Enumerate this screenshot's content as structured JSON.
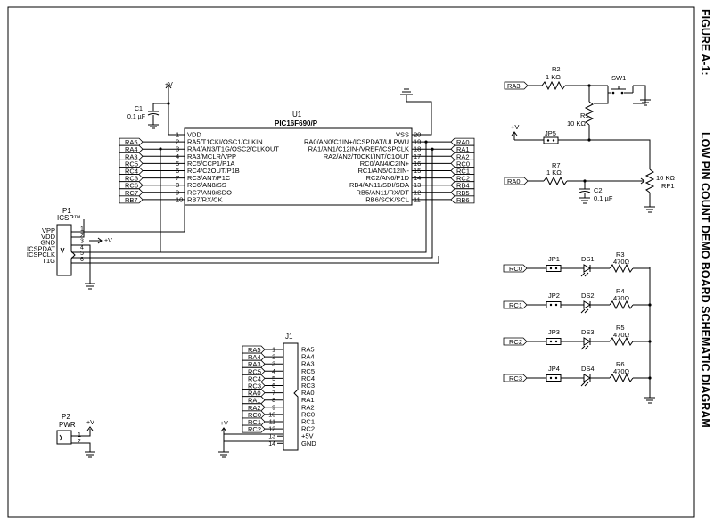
{
  "figure": {
    "label": "FIGURE A-1:",
    "title": "LOW PIN COUNT DEMO BOARD SCHEMATIC DIAGRAM"
  },
  "u1": {
    "ref": "U1",
    "part": "PIC16F690/P",
    "left_pins": [
      {
        "num": "1",
        "name": "VDD"
      },
      {
        "num": "2",
        "name": "RA5/T1CKI/OSC1/CLKIN"
      },
      {
        "num": "3",
        "name": "RA4/AN3/T1G/OSC2/CLKOUT"
      },
      {
        "num": "4",
        "name": "RA3/MCLR/VPP"
      },
      {
        "num": "5",
        "name": "RC5/CCP1/P1A"
      },
      {
        "num": "6",
        "name": "RC4/C2OUT/P1B"
      },
      {
        "num": "7",
        "name": "RC3/AN7/P1C"
      },
      {
        "num": "8",
        "name": "RC6/AN8/SS"
      },
      {
        "num": "9",
        "name": "RC7/AN9/SDO"
      },
      {
        "num": "10",
        "name": "RB7/RX/CK"
      }
    ],
    "right_pins": [
      {
        "num": "20",
        "name": "VSS"
      },
      {
        "num": "19",
        "name": "RA0/AN0/C1IN+/ICSPDAT/ULPWU"
      },
      {
        "num": "18",
        "name": "RA1/AN1/C12IN-/VREF/ICSPCLK"
      },
      {
        "num": "17",
        "name": "RA2/AN2/T0CKI/INT/C1OUT"
      },
      {
        "num": "16",
        "name": "RC0/AN4/C2IN+"
      },
      {
        "num": "15",
        "name": "RC1/AN5/C12IN-"
      },
      {
        "num": "14",
        "name": "RC2/AN6/P1D"
      },
      {
        "num": "13",
        "name": "RB4/AN11/SDI/SDA"
      },
      {
        "num": "12",
        "name": "RB5/AN11/RX/DT"
      },
      {
        "num": "11",
        "name": "RB6/SCK/SCL"
      }
    ],
    "left_tags": [
      "RA5",
      "RA4",
      "RA3",
      "RC5",
      "RC4",
      "RC3",
      "RC6",
      "RC7",
      "RB7"
    ],
    "right_tags": [
      "RA0",
      "RA1",
      "RA2",
      "RC0",
      "RC1",
      "RC2",
      "RB4",
      "RB5",
      "RB6"
    ]
  },
  "c1": {
    "ref": "C1",
    "value": "0.1 µF",
    "rail": "+V"
  },
  "p1": {
    "ref": "P1",
    "name": "ICSP™",
    "pins": [
      {
        "num": "1",
        "name": "VPP"
      },
      {
        "num": "2",
        "name": "VDD"
      },
      {
        "num": "3",
        "name": "GND"
      },
      {
        "num": "4",
        "name": "ICSPDAT"
      },
      {
        "num": "5",
        "name": "ICSPCLK"
      },
      {
        "num": "6",
        "name": "T1G"
      }
    ],
    "rail": "+V"
  },
  "p2": {
    "ref": "P2",
    "name": "PWR",
    "pins": [
      "1",
      "2"
    ],
    "rail": "+V"
  },
  "j1": {
    "ref": "J1",
    "pin_nums": [
      "1",
      "2",
      "3",
      "4",
      "5",
      "6",
      "7",
      "8",
      "9",
      "10",
      "11",
      "12",
      "13",
      "14"
    ],
    "left_tags": [
      "RA5",
      "RA4",
      "RA3",
      "RC5",
      "RC4",
      "RC3",
      "RA0",
      "RA1",
      "RA2",
      "RC0",
      "RC1",
      "RC2"
    ],
    "right_labels": [
      "RA5",
      "RA4",
      "RA3",
      "RC5",
      "RC4",
      "RC3",
      "RA0",
      "RA1",
      "RA2",
      "RC0",
      "RC1",
      "RC2",
      "+5V",
      "GND"
    ],
    "rail": "+V"
  },
  "switch_section": {
    "tag": "RA3",
    "r2_ref": "R2",
    "r2_value": "1 KΩ",
    "sw_ref": "SW1",
    "r1_ref": "R1",
    "r1_value": "10 KΩ",
    "jp5_ref": "JP5",
    "rail": "+V"
  },
  "pot_section": {
    "tag": "RA0",
    "r7_ref": "R7",
    "r7_value": "1 KΩ",
    "c2_ref": "C2",
    "c2_value": "0.1 µF",
    "rp1_value": "10 KΩ",
    "rp1_ref": "RP1"
  },
  "led_rows": [
    {
      "tag": "RC0",
      "jp": "JP1",
      "ds": "DS1",
      "r": "R3",
      "value": "470Ω"
    },
    {
      "tag": "RC1",
      "jp": "JP2",
      "ds": "DS2",
      "r": "R4",
      "value": "470Ω"
    },
    {
      "tag": "RC2",
      "jp": "JP3",
      "ds": "DS3",
      "r": "R5",
      "value": "470Ω"
    },
    {
      "tag": "RC3",
      "jp": "JP4",
      "ds": "DS4",
      "r": "R6",
      "value": "470Ω"
    }
  ]
}
